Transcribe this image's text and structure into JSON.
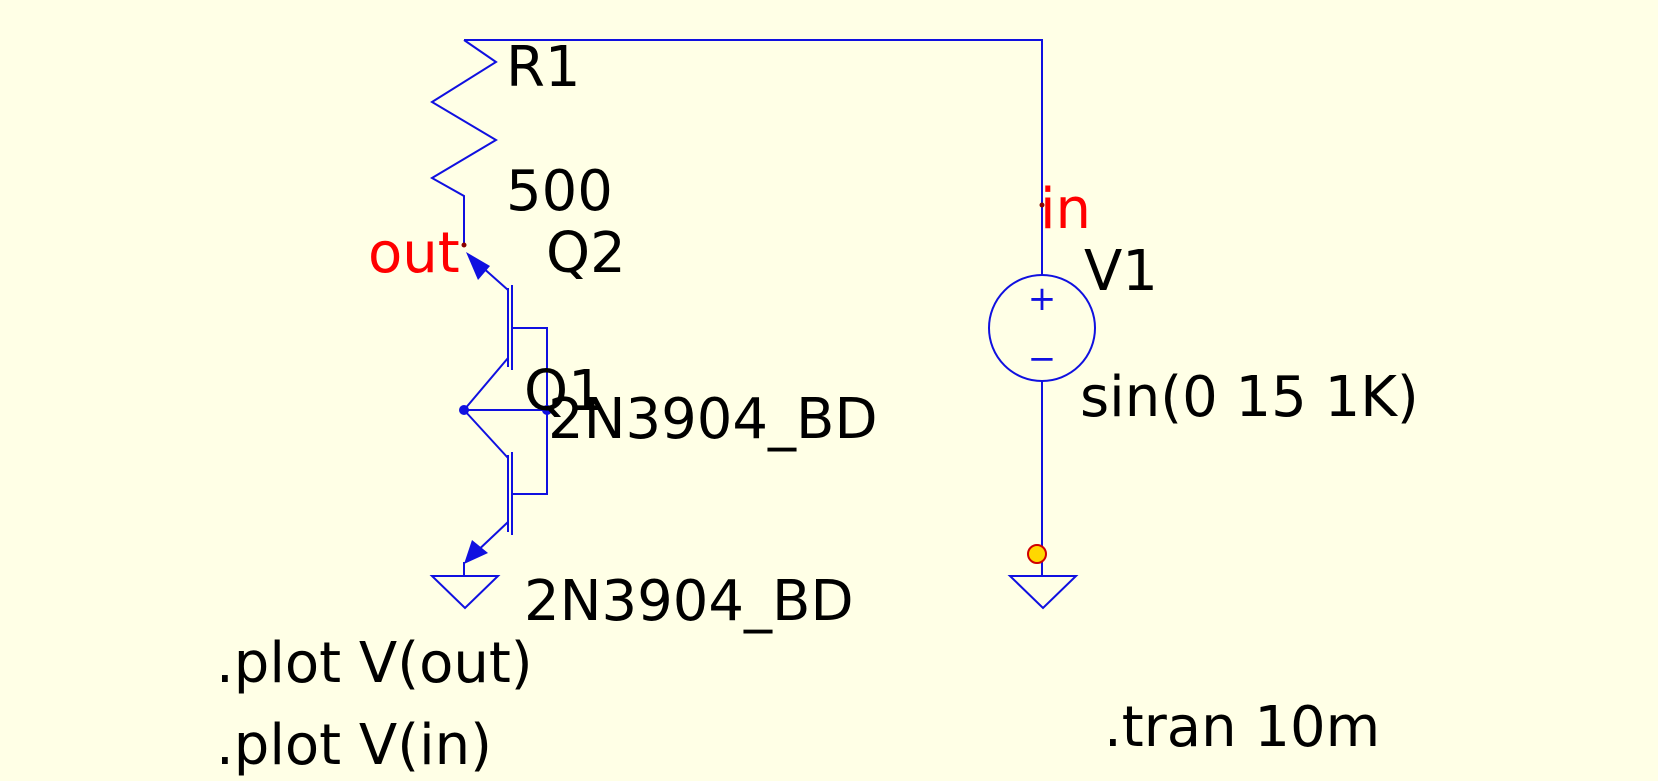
{
  "schematic": {
    "background": "#ffffe6",
    "wire_color": "#1010e0",
    "net_label_color": "#ff0000",
    "components": {
      "r1": {
        "ref": "R1",
        "value": "500"
      },
      "q2": {
        "ref": "Q2",
        "model": "2N3904_BD"
      },
      "q1": {
        "ref": "Q1",
        "model": "2N3904_BD"
      },
      "v1": {
        "ref": "V1",
        "value": "sin(0 15 1K)",
        "plus": "+",
        "minus": "−"
      }
    },
    "nets": {
      "out": "out",
      "in": "in"
    },
    "directives": {
      "plot_out": ".plot V(out)",
      "plot_in": ".plot V(in)",
      "tran": ".tran 10m"
    }
  }
}
